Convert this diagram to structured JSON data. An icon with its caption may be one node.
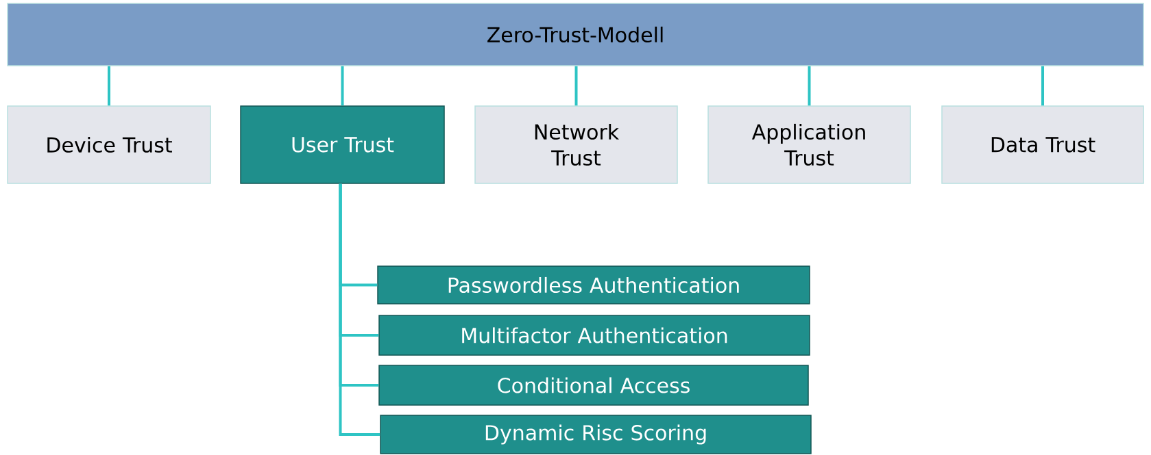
{
  "diagram": {
    "nodes": [
      {
        "text": [
          "Zero-Trust-Modell"
        ]
      },
      {
        "text": [
          "Device Trust"
        ]
      },
      {
        "text": [
          "User Trust"
        ]
      },
      {
        "text": [
          "Network Trust"
        ]
      },
      {
        "text": [
          "Application Trust"
        ]
      },
      {
        "text": [
          "Data Trust"
        ]
      },
      {
        "text": [
          "Passwordless Authentication"
        ]
      },
      {
        "text": [
          "Multifactor Authentication"
        ]
      },
      {
        "text": [
          "Conditional Access"
        ]
      },
      {
        "text": [
          "Dynamic Risc Scoring"
        ]
      }
    ],
    "edges": [
      {
        "from": 0,
        "to": 1,
        "arrow": "none"
      },
      {
        "from": 0,
        "to": 2,
        "arrow": "none"
      },
      {
        "from": 0,
        "to": 3,
        "arrow": "none"
      },
      {
        "from": 0,
        "to": 4,
        "arrow": "none"
      },
      {
        "from": 0,
        "to": 5,
        "arrow": "none"
      },
      {
        "from": 2,
        "to": 6,
        "arrow": "none"
      },
      {
        "from": 2,
        "to": 7,
        "arrow": "none"
      },
      {
        "from": 2,
        "to": 8,
        "arrow": "none"
      },
      {
        "from": 2,
        "to": 9,
        "arrow": "none"
      }
    ]
  }
}
